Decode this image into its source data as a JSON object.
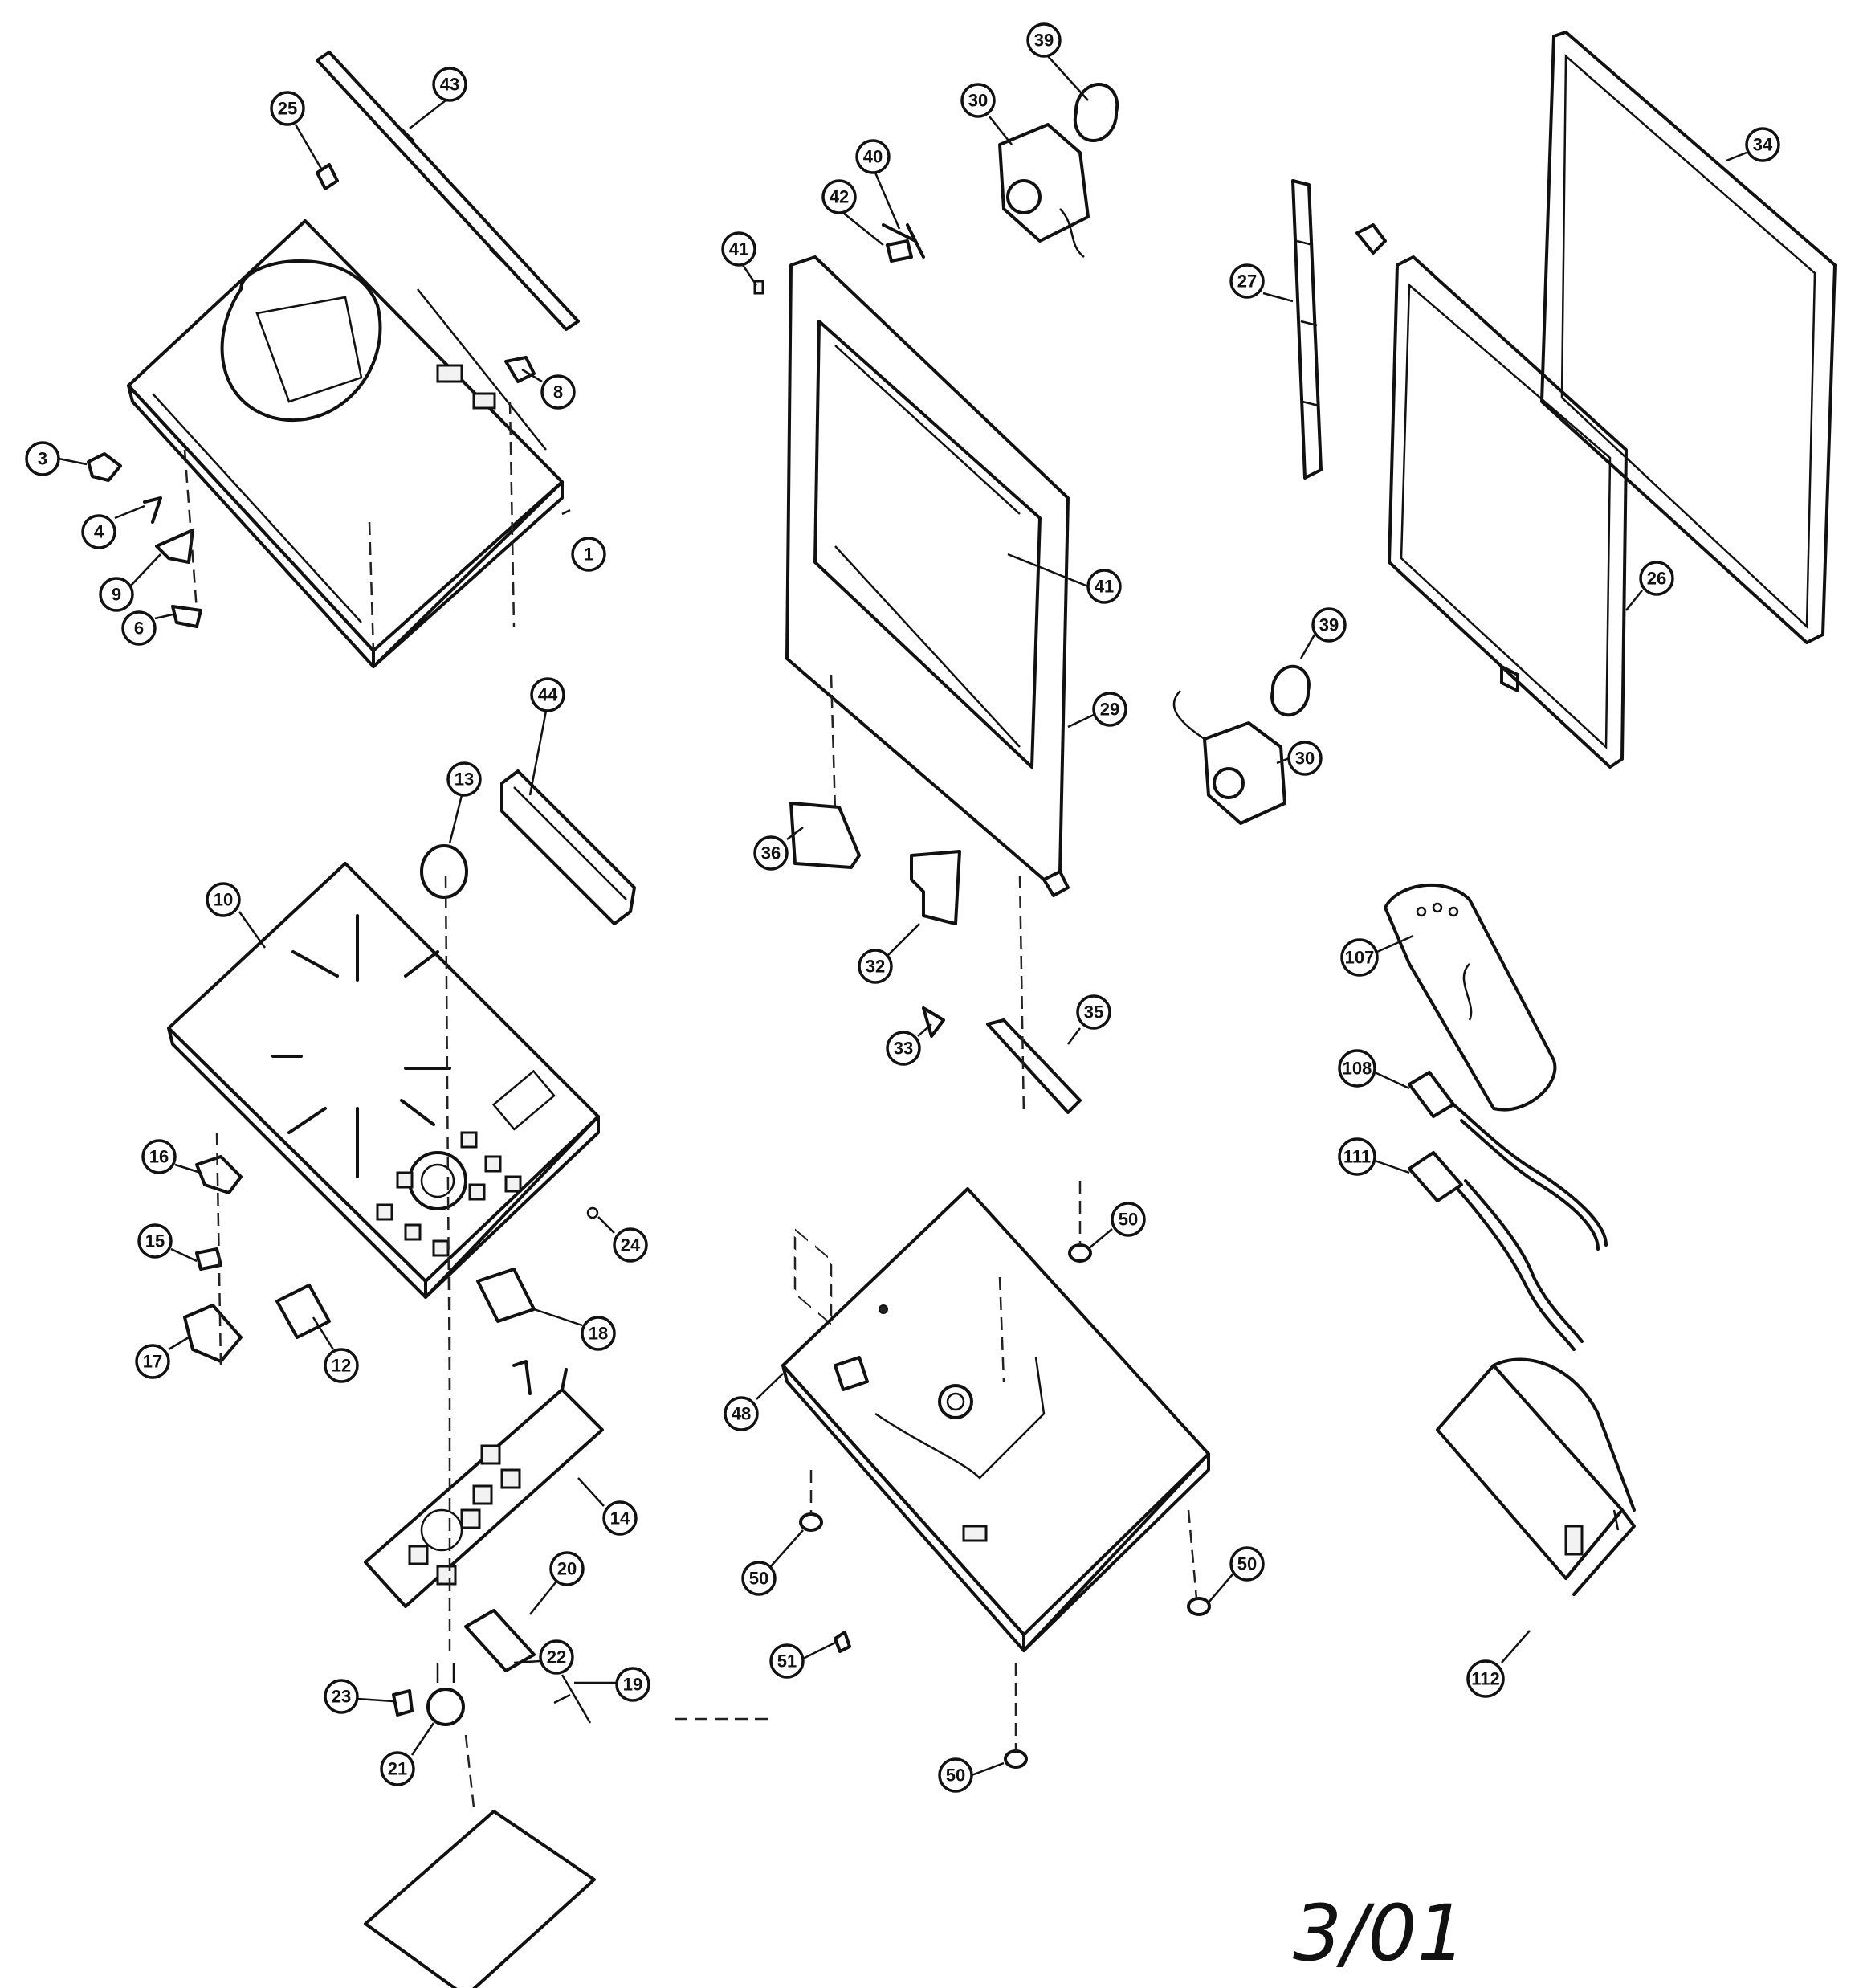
{
  "diagram": {
    "date_stamp": "3/01",
    "callouts": {
      "c1": "1",
      "c3": "3",
      "c4": "4",
      "c6": "6",
      "c8": "8",
      "c9": "9",
      "c10": "10",
      "c12": "12",
      "c13": "13",
      "c14": "14",
      "c15": "15",
      "c16": "16",
      "c17": "17",
      "c18": "18",
      "c19": "19",
      "c20": "20",
      "c21": "21",
      "c22": "22",
      "c23": "23",
      "c24": "24",
      "c25": "25",
      "c26": "26",
      "c27": "27",
      "c29": "29",
      "c30a": "30",
      "c30b": "30",
      "c32": "32",
      "c33": "33",
      "c34": "34",
      "c35": "35",
      "c36": "36",
      "c39a": "39",
      "c39b": "39",
      "c40": "40",
      "c41a": "41",
      "c41b": "41",
      "c42": "42",
      "c43": "43",
      "c44": "44",
      "c48": "48",
      "c50a": "50",
      "c50b": "50",
      "c50c": "50",
      "c50d": "50",
      "c51": "51",
      "c107": "107",
      "c108": "108",
      "c111": "111",
      "c112": "112"
    }
  }
}
